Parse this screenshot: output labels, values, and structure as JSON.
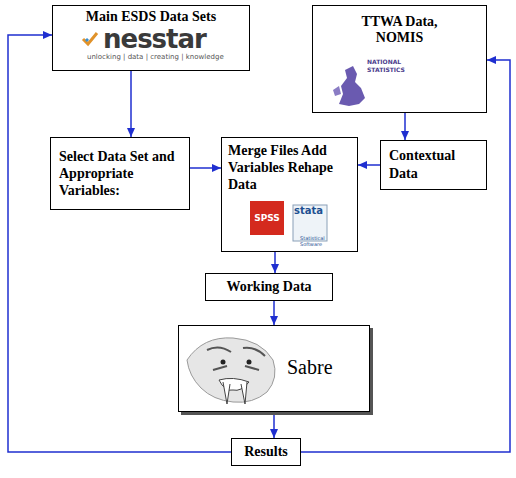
{
  "diagram": {
    "nodes": [
      {
        "text": [
          "Main ESDS Data Sets",
          "nesstar",
          "unlocking | data | creating | knowledge"
        ]
      },
      {
        "text": [
          "TTWA Data, NOMIS",
          "NATIONAL STATISTICS"
        ]
      },
      {
        "text": [
          "Select Data Set and Appropriate Variables:"
        ]
      },
      {
        "text": [
          "Merge Files Add Variables Rehape Data",
          "SPSS",
          "stata",
          "Statistical Software"
        ]
      },
      {
        "text": [
          "Contextual Data"
        ]
      },
      {
        "text": [
          "Working Data"
        ]
      },
      {
        "text": [
          "Sabre"
        ]
      },
      {
        "text": [
          "Results"
        ]
      }
    ],
    "edges": [
      {
        "from": 0,
        "to": 2,
        "arrow": "to"
      },
      {
        "from": 1,
        "to": 4,
        "arrow": "to"
      },
      {
        "from": 2,
        "to": 3,
        "arrow": "to"
      },
      {
        "from": 4,
        "to": 3,
        "arrow": "to"
      },
      {
        "from": 3,
        "to": 5,
        "arrow": "to"
      },
      {
        "from": 5,
        "to": 6,
        "arrow": "to"
      },
      {
        "from": 6,
        "to": 7,
        "arrow": "to"
      },
      {
        "from": 7,
        "to": 0,
        "arrow": "to"
      },
      {
        "from": 7,
        "to": 1,
        "arrow": "to"
      }
    ]
  }
}
